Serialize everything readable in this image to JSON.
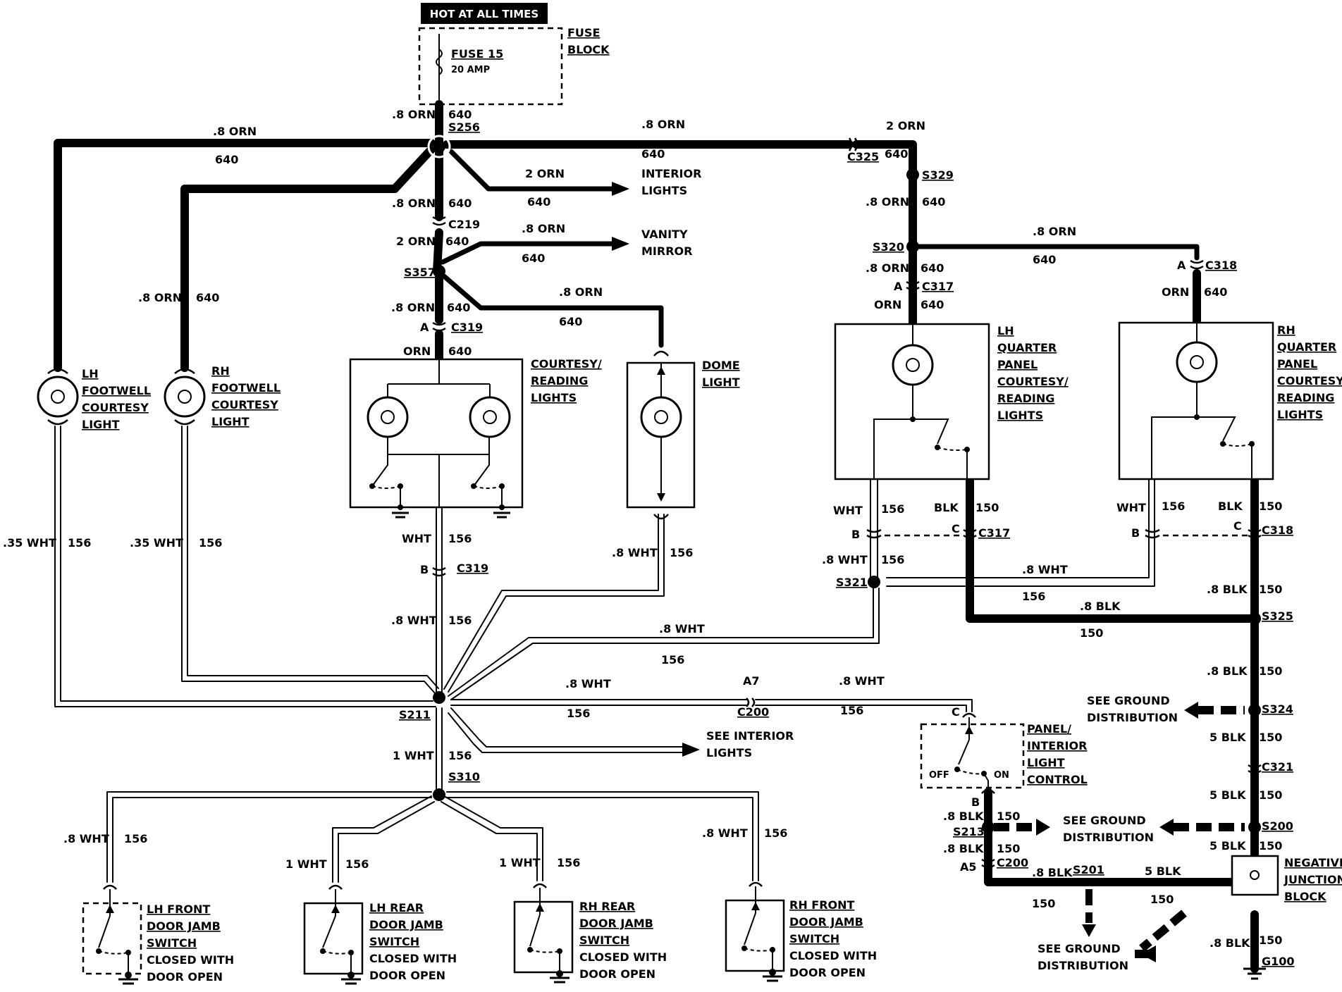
{
  "header": {
    "hot_label": "HOT AT ALL TIMES"
  },
  "fuse": {
    "name": "FUSE 15",
    "rating": "20 AMP",
    "block_label": [
      "FUSE",
      "BLOCK"
    ]
  },
  "wire_labels": {
    "w1": ".8 ORN",
    "w2": "640",
    "w3": "S256",
    "w4": ".8 ORN",
    "w5": "640",
    "w6": ".8 ORN",
    "w7": "640",
    "w8": "2 ORN",
    "w9": "640",
    "w10": "C325",
    "w11": "2 ORN",
    "w12": "640",
    "w13": ".8 ORN",
    "w14": "640",
    "w15": "C219",
    "w16": "2 ORN",
    "w17": "640",
    "w18": "S357",
    "w19": ".8 ORN",
    "w20": "640",
    "w21": ".8 ORN",
    "w22": "640",
    "w23": ".8 ORN",
    "w24": "640",
    "w25": "A",
    "w26": "C319",
    "w27": "ORN",
    "w28": "640",
    "w29": ".8 ORN",
    "w30": "640",
    "w31": "S329",
    "w32": ".8 ORN",
    "w33": "640",
    "w34": "S320",
    "w35": ".8 ORN",
    "w36": "640",
    "w37": ".8 ORN",
    "w38": "640",
    "w39": "A",
    "w40": "C317",
    "w41": "ORN",
    "w42": "640",
    "w43": "A",
    "w44": "C318",
    "w45": "ORN",
    "w46": "640",
    "w47": ".35 WHT",
    "w48": "156",
    "w49": ".35 WHT",
    "w50": "156",
    "w51": "WHT",
    "w52": "156",
    "w53": "B",
    "w54": "C319",
    "w55": ".8 WHT",
    "w56": "156",
    "w57": ".8 WHT",
    "w58": "156",
    "w59": "WHT",
    "w60": "156",
    "w61": "BLK",
    "w62": "150",
    "w63": "B",
    "w64": "C",
    "w65": "C317",
    "w66": ".8 WHT",
    "w67": "156",
    "w68": "S321",
    "w69": "WHT",
    "w70": "156",
    "w71": "BLK",
    "w72": "150",
    "w73": "B",
    "w74": "C",
    "w75": "C318",
    "w76": ".8 WHT",
    "w77": "156",
    "w78": ".8 BLK",
    "w79": "150",
    "w80": ".8 BLK",
    "w81": "150",
    "w82": "S325",
    "w83": ".8 WHT",
    "w84": "156",
    "w85": ".8 WHT",
    "w86": "156",
    "w87": "A7",
    "w88": "C200",
    "w89": ".8 WHT",
    "w90": "156",
    "w91": "C",
    "w92": "S211",
    "w93": "1 WHT",
    "w94": "156",
    "w95": "S310",
    "w96": ".8 WHT",
    "w97": "156",
    "w98": "1 WHT",
    "w99": "156",
    "w100": "1 WHT",
    "w101": "156",
    "w102": ".8 WHT",
    "w103": "156",
    "w104": ".8 BLK",
    "w105": "150",
    "w106": "S324",
    "w107": "5 BLK",
    "w108": "150",
    "w109": "C321",
    "w110": "5 BLK",
    "w111": "150",
    "w112": "S200",
    "w113": "5 BLK",
    "w114": "150",
    "w115": "B",
    "w116": ".8 BLK",
    "w117": "150",
    "w118": "S213",
    "w119": ".8 BLK",
    "w120": "150",
    "w121": "A5",
    "w122": "C200",
    "w123": ".8 BLK",
    "w124": "S201",
    "w125": "5 BLK",
    "w126": "150",
    "w127": "150",
    "w128": ".8 BLK",
    "w129": "150",
    "w130": "G100"
  },
  "destinations": {
    "interior_lights": [
      "INTERIOR",
      "LIGHTS"
    ],
    "vanity_mirror": [
      "VANITY",
      "MIRROR"
    ],
    "see_interior_lights": [
      "SEE INTERIOR",
      "LIGHTS"
    ],
    "see_ground_1": [
      "SEE GROUND",
      "DISTRIBUTION"
    ],
    "see_ground_2": [
      "SEE GROUND",
      "DISTRIBUTION"
    ],
    "see_ground_3": [
      "SEE GROUND",
      "DISTRIBUTION"
    ]
  },
  "components": {
    "lh_footwell": [
      "LH",
      "FOOTWELL",
      "COURTESY",
      "LIGHT"
    ],
    "rh_footwell": [
      "RH",
      "FOOTWELL",
      "COURTESY",
      "LIGHT"
    ],
    "courtesy_reading": [
      "COURTESY/",
      "READING",
      "LIGHTS"
    ],
    "dome": [
      "DOME",
      "LIGHT"
    ],
    "lh_quarter": [
      "LH",
      "QUARTER",
      "PANEL",
      "COURTESY/",
      "READING",
      "LIGHTS"
    ],
    "rh_quarter": [
      "RH",
      "QUARTER",
      "PANEL",
      "COURTESY/",
      "READING",
      "LIGHTS"
    ],
    "panel_control": [
      "PANEL/",
      "INTERIOR",
      "LIGHT",
      "CONTROL"
    ],
    "switch_off": "OFF",
    "switch_on": "ON",
    "negative_junction": [
      "NEGATIVE",
      "JUNCTION",
      "BLOCK"
    ],
    "lh_front_switch": [
      "LH FRONT",
      "DOOR JAMB",
      "SWITCH",
      "CLOSED WITH",
      "DOOR OPEN"
    ],
    "lh_rear_switch": [
      "LH REAR",
      "DOOR JAMB",
      "SWITCH",
      "CLOSED WITH",
      "DOOR OPEN"
    ],
    "rh_rear_switch": [
      "RH REAR",
      "DOOR JAMB",
      "SWITCH",
      "CLOSED WITH",
      "DOOR OPEN"
    ],
    "rh_front_switch": [
      "RH FRONT",
      "DOOR JAMB",
      "SWITCH",
      "CLOSED WITH",
      "DOOR OPEN"
    ]
  }
}
